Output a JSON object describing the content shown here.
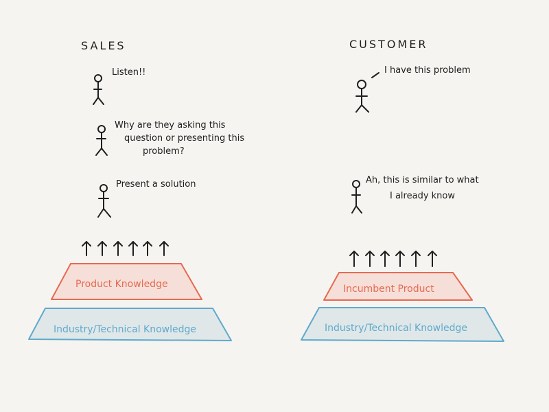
{
  "sales": {
    "heading": "SALES",
    "bubbles": [
      {
        "lines": [
          "Listen!!"
        ]
      },
      {
        "lines": [
          "Why are they asking this",
          "question or presenting this",
          "problem?"
        ]
      },
      {
        "lines": [
          "Present a solution"
        ]
      }
    ],
    "layers": {
      "top": "Product Knowledge",
      "bottom": "Industry/Technical Knowledge"
    }
  },
  "customer": {
    "heading": "CUSTOMER",
    "bubbles": [
      {
        "lines": [
          "I have this problem"
        ]
      },
      {
        "lines": [
          "Ah, this is similar to what",
          "I already know"
        ]
      }
    ],
    "layers": {
      "top": "Incumbent Product",
      "bottom": "Industry/Technical Knowledge"
    }
  },
  "colors": {
    "ink": "#1f1f1f",
    "red": "#e66a51",
    "red_fill": "#f6dfd9",
    "blue": "#5fa9cc",
    "blue_fill": "#dfe7e8",
    "background": "#f6f4f1"
  }
}
